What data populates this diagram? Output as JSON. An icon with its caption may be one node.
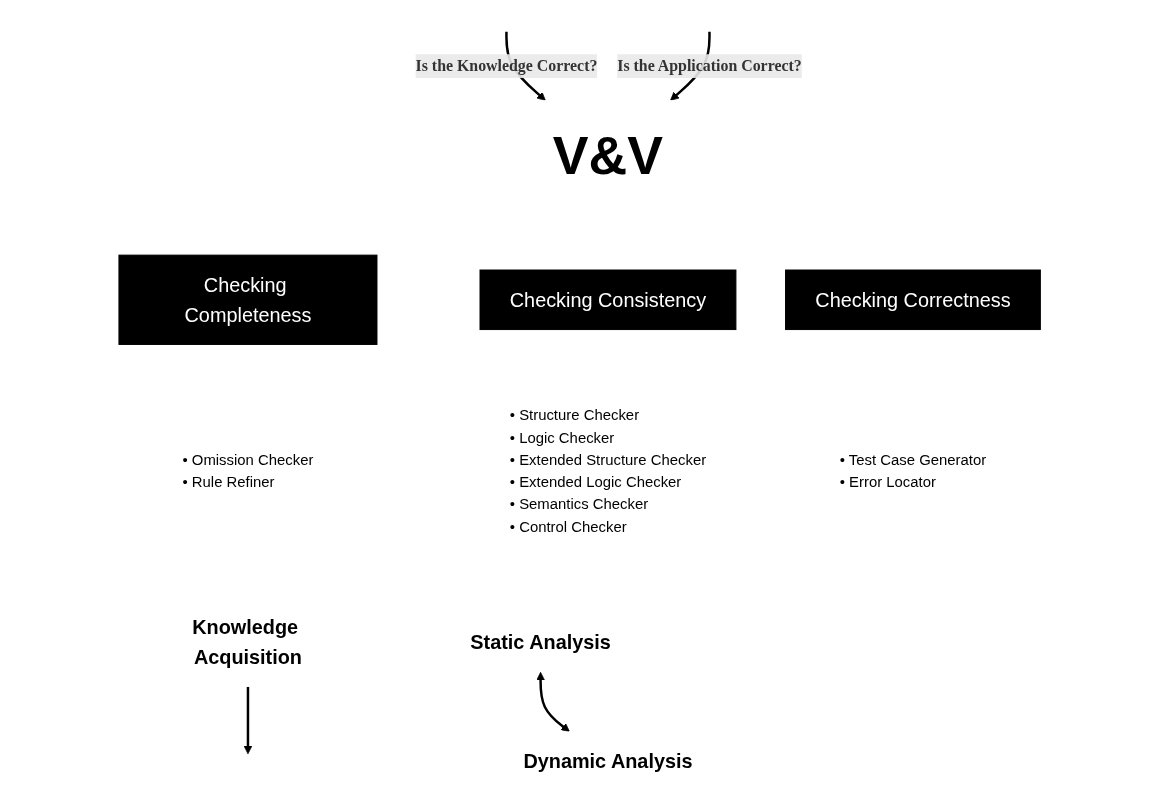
{
  "diagram": {
    "nodes": [
      {
        "text": [
          "V&V"
        ]
      },
      {
        "text": [
          "Checking Completeness"
        ],
        "beside": [
          "• Omission Checker",
          "• Rule Refiner"
        ]
      },
      {
        "text": [
          "Checking Consistency"
        ],
        "beside": [
          "• Structure Checker",
          "• Logic Checker",
          "• Extended Structure Checker",
          "• Extended Logic Checker",
          "• Semantics Checker",
          "• Control Checker"
        ]
      },
      {
        "text": [
          "Checking Correctness"
        ],
        "beside": [
          "• Test Case Generator",
          "• Error Locator"
        ]
      },
      {
        "text": [
          "Knowledge Acquisition"
        ]
      },
      {
        "text": [
          "Static Analysis"
        ]
      },
      {
        "text": [
          "Dynamic Analysis"
        ]
      }
    ],
    "edges": [
      {
        "from": null,
        "to": 0,
        "arrow": "to",
        "label": "Is the Knowledge Correct?"
      },
      {
        "from": null,
        "to": 0,
        "arrow": "to",
        "label": "Is the Application Correct?"
      },
      {
        "from": 4,
        "to": null,
        "arrow": "to"
      },
      {
        "from": 5,
        "to": 6,
        "arrow": "both"
      }
    ]
  }
}
